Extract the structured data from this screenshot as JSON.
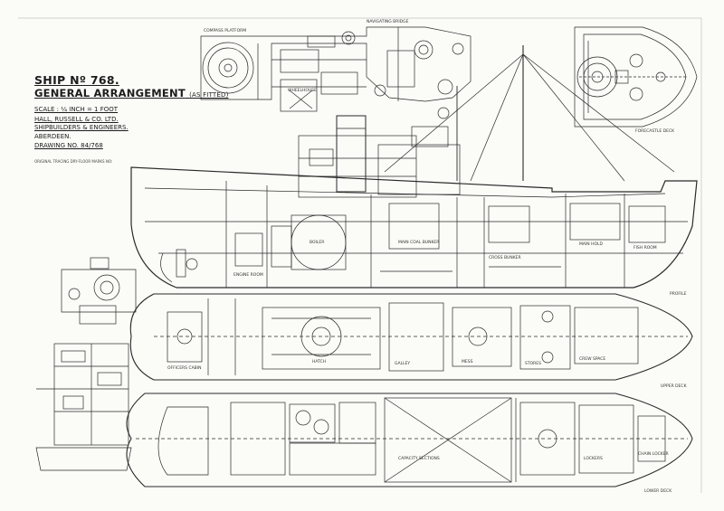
{
  "title_block": {
    "ship": "SHIP Nº 768.",
    "arrangement": "GENERAL ARRANGEMENT",
    "as_fitted": "(AS FITTED)",
    "scale": "SCALE : ¼ INCH = 1 FOOT",
    "builder": "HALL, RUSSELL & CO. LTD.",
    "engineers": "SHIPBUILDERS & ENGINEERS.",
    "city": "ABERDEEN.",
    "drawing": "DRAWING NO. 84/768",
    "note": "ORIGINAL TRACING DRY-FLOOR MARKS NO:"
  },
  "labels": {
    "forecastle_deck": "FORECASTLE DECK",
    "profile": "PROFILE",
    "upper_deck": "UPPER DECK",
    "lower_deck": "LOWER DECK",
    "boiler": "BOILER",
    "main_coal_bunker": "MAIN COAL BUNKER",
    "cross_bunker": "CROSS BUNKER",
    "engine_room": "ENGINE ROOM",
    "main_hold": "MAIN HOLD",
    "fish_room": "FISH ROOM",
    "officers_cabin": "OFFICERS CABIN",
    "galley": "GALLEY",
    "mess": "MESS",
    "crew_space": "CREW SPACE",
    "stores": "STORES",
    "hatch": "HATCH",
    "wheelhouse": "WHEELHOUSE",
    "navigating_bridge": "NAVIGATING BRIDGE",
    "compass_platform": "COMPASS PLATFORM",
    "capacity_sections": "CAPACITY SECTIONS",
    "lockers": "LOCKERS",
    "chain_locker": "CHAIN LOCKER"
  }
}
